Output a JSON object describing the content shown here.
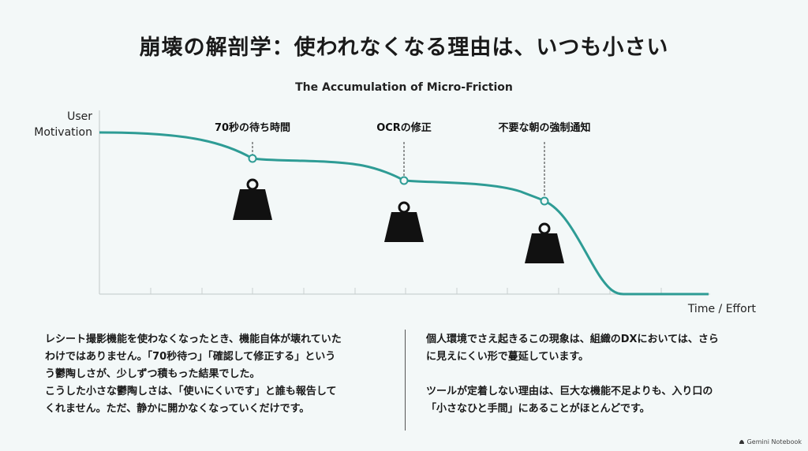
{
  "title": "崩壊の解剖学：使われなくなる理由は、いつも小さい",
  "subtitle": "The Accumulation of Micro-Friction",
  "axes": {
    "y_label_line1": "User",
    "y_label_line2": "Motivation",
    "x_label": "Time / Effort"
  },
  "frictions": [
    {
      "label": "70秒の待ち時間",
      "icon": "weight-icon"
    },
    {
      "label": "OCRの修正",
      "icon": "weight-icon"
    },
    {
      "label": "不要な朝の強制通知",
      "icon": "weight-icon"
    }
  ],
  "colors": {
    "curve": "#2e9c95",
    "weight": "#111111",
    "background": "#f3f8f8"
  },
  "left_text": {
    "p1": "レシート撮影機能を使わなくなったとき、機能自体が壊れていた\nわけではありません。「70秒待つ」「確認して修正する」という\nう鬱陶しさが、少しずつ積もった結果でした。",
    "p2": "こうした小さな鬱陶しさは、「使いにくいです」と誰も報告して\nくれません。ただ、静かに開かなくなっていくだけです。"
  },
  "right_text": {
    "p1": "個人環境でさえ起きるこの現象は、組織のDXにおいては、さら\nに見えにくい形で蔓延しています。",
    "p2": "ツールが定着しない理由は、巨大な機能不足よりも、入り口の\n「小さなひと手間」にあることがほとんどです。"
  },
  "brand": "Gemini Notebook"
}
